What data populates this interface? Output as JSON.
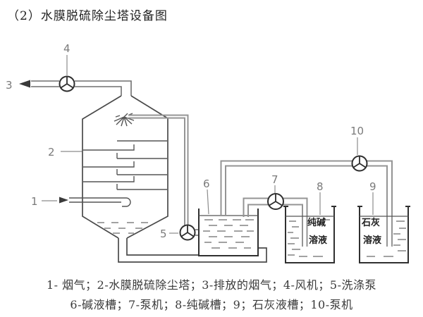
{
  "title": "（2）水膜脱硫除尘塔设备图",
  "caption": {
    "line1": "1- 烟气；2-水膜脱硫除尘塔；3-排放的烟气；4-风机；5-洗涤泵",
    "line2": "6-碱液槽；7-泵机；8-纯碱槽；9；石灰液槽；10-泵机"
  },
  "diagram": {
    "labels": {
      "n1": "1",
      "n2": "2",
      "n3": "3",
      "n4": "4",
      "n5": "5",
      "n6": "6",
      "n7": "7",
      "n8": "8",
      "n9": "9",
      "n10": "10"
    },
    "tank8": {
      "line1": "纯碱",
      "line2": "溶液"
    },
    "tank9": {
      "line1": "石灰",
      "line2": "溶液"
    },
    "colors": {
      "outline": "#4a4a4a",
      "tank_stroke": "#303030",
      "pipe_gray": "#949494",
      "label_gray": "#7a7a7a",
      "text": "#3a3a3a",
      "background": "#ffffff"
    }
  }
}
